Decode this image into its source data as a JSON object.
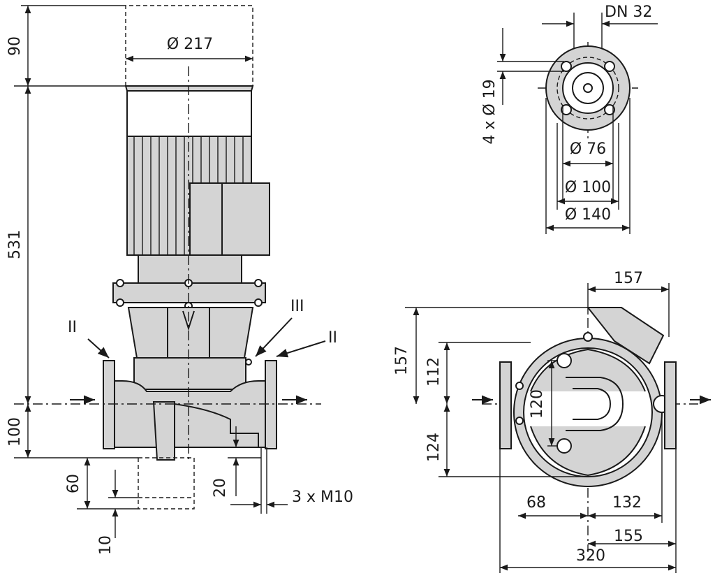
{
  "dimensions": {
    "motor_height": "90",
    "motor_diameter": "Ø 217",
    "pump_height": "531",
    "pipe_axis_height": "100",
    "foot_height": "60",
    "foot_plate": "10",
    "flange_offset": "20",
    "bolts": "3 x M10",
    "nominal_diameter": "DN 32",
    "flange_holes": "4 x Ø 19",
    "bore_diameter": "Ø 76",
    "bolt_circle": "Ø 100",
    "flange_diameter": "Ø 140",
    "top_width": "157",
    "top_height": "157",
    "upper_height": "112",
    "port_spacing": "120",
    "lower_height": "124",
    "left_offset": "68",
    "right_offset": "132",
    "right_length": "155",
    "total_length": "320"
  },
  "markers": {
    "vent_left": "II",
    "vent_top": "III",
    "vent_right": "II"
  },
  "colors": {
    "line": "#1a1a1a",
    "fill": "#d4d4d4"
  }
}
